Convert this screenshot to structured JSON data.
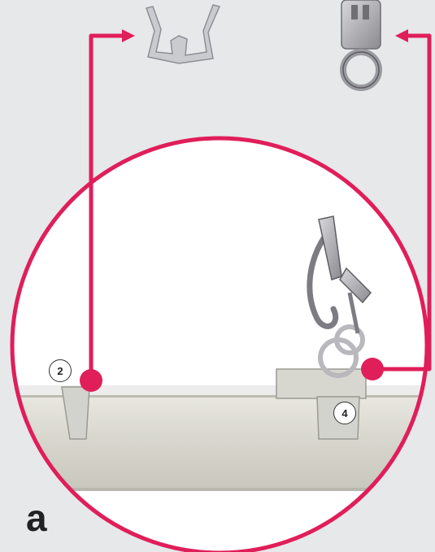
{
  "figure": {
    "letter": "a",
    "callouts": [
      {
        "label": "2"
      },
      {
        "label": "4"
      }
    ]
  },
  "colors": {
    "background": "#e6e8ea",
    "accent": "#e01e5a",
    "rail": "#dddcd3",
    "metal": "#a9a9ad"
  },
  "icons": [
    "curtain-glider-icon",
    "hook-ring-icon"
  ]
}
